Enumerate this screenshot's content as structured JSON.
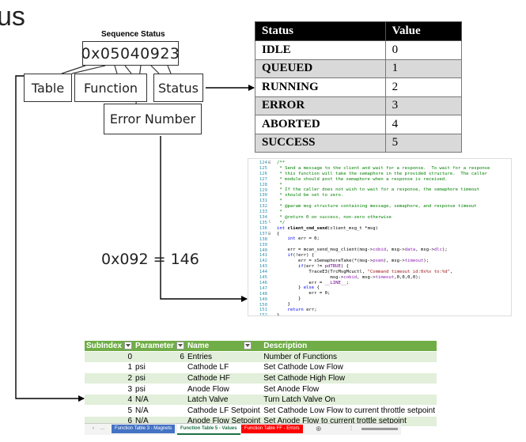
{
  "slide": {
    "title": "us"
  },
  "sequence_status": {
    "caption": "Sequence Status",
    "hex_value": "0x05040923",
    "fields": {
      "table": "Table",
      "function": "Function",
      "status": "Status",
      "error_number": "Error Number"
    }
  },
  "status_table": {
    "headers": [
      "Status",
      "Value"
    ],
    "rows": [
      {
        "status": "IDLE",
        "value": "0"
      },
      {
        "status": "QUEUED",
        "value": "1"
      },
      {
        "status": "RUNNING",
        "value": "2"
      },
      {
        "status": "ERROR",
        "value": "3"
      },
      {
        "status": "ABORTED",
        "value": "4"
      },
      {
        "status": "SUCCESS",
        "value": "5"
      }
    ]
  },
  "error_example": "0x092 = 146",
  "code": {
    "line_numbers": [
      "124",
      "125",
      "126",
      "127",
      "128",
      "129",
      "130",
      "131",
      "132",
      "133",
      "134",
      "135",
      "136",
      "137",
      "138",
      "139",
      "140",
      "141",
      "142",
      "143",
      "144",
      "145",
      "146",
      "147",
      "148",
      "149",
      "150",
      "151",
      "152"
    ],
    "lines": [
      "/**",
      " * Send a message to the client and wait for a response.  To wait for a response",
      " * this function will take the semaphore in the provided structure.  The caller",
      " * module should post the semaphore when a response is received.",
      " *",
      " * If the caller does not wish to wait for a response, the semaphore timeout",
      " * should be set to zero.",
      " *",
      " * @param msg structure containing message, semaphore, and response timeout",
      " *",
      " * @return 0 on success, non-zero otherwise",
      " */",
      "int client_cmd_send(client_msg_t *msg)",
      "{",
      "    int err = 0;",
      "",
      "    err = mcan_send_msg_client(msg->cobid, msg->data, msg->dlc);",
      "    if(!err) {",
      "        err = xSemaphoreTake(*(msg->psem), msg->timeout);",
      "        if(err != pdTRUE) {",
      "            TraceE3(TrcMsgMcuctl, \"Command timeout id:0x%x to:%d\",",
      "                    msg->cobid, msg->timeout,0,0,0,0);",
      "            err = __LINE__;",
      "        } else {",
      "            err = 0;",
      "        }",
      "    }",
      "    return err;",
      "}"
    ]
  },
  "function_table": {
    "headers": [
      "SubIndex",
      "Parameter",
      "Name",
      "Description"
    ],
    "rows": [
      {
        "subindex": "0",
        "parameter": "6",
        "name": "Entries",
        "description": "Number of Functions"
      },
      {
        "subindex": "1",
        "parameter": "psi",
        "name": "Cathode LF",
        "description": "Set Cathode Low Flow"
      },
      {
        "subindex": "2",
        "parameter": "psi",
        "name": "Cathode HF",
        "description": "Set Cathode High Flow"
      },
      {
        "subindex": "3",
        "parameter": "psi",
        "name": "Anode Flow",
        "description": "Set Anode Flow"
      },
      {
        "subindex": "4",
        "parameter": "N/A",
        "name": "Latch Valve",
        "description": "Turn Latch Valve On"
      },
      {
        "subindex": "5",
        "parameter": "N/A",
        "name": "Cathode LF Setpoint",
        "description": "Set Cathode Low  Flow to current throttle setpoint"
      },
      {
        "subindex": "6",
        "parameter": "N/A",
        "name": "Anode Flow Setpoint",
        "description": "Set Anode Flow to current trottle setpoint"
      }
    ],
    "sheet_tabs": [
      "...",
      "Function Table 3 - Magnets",
      "Function Table 5 - Values",
      "Function Table FF - Errors"
    ],
    "colors": {
      "header": "#70ad47",
      "band": "#e2efda",
      "tab_blue": "#4472c4",
      "tab_red": "#ff0000"
    }
  }
}
